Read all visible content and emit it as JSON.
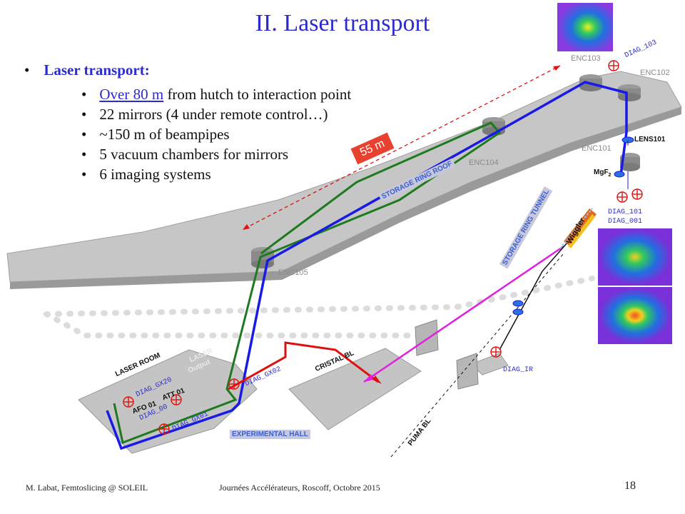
{
  "title": "II. Laser transport",
  "bullets": {
    "heading": "Laser transport:",
    "items": [
      {
        "link": "Over 80 m",
        "text": " from hutch to interaction point"
      },
      {
        "link": "",
        "text": "22 mirrors (4 under remote control…)"
      },
      {
        "link": "",
        "text": "~150 m of beampipes"
      },
      {
        "link": "",
        "text": "5 vacuum chambers for mirrors"
      },
      {
        "link": "",
        "text": "6 imaging systems"
      }
    ],
    "bullet_char": "•"
  },
  "diagram": {
    "distance_label": "55 m",
    "enclosures": [
      "ENC103",
      "ENC102",
      "ENC101",
      "ENC104",
      "ENC105"
    ],
    "storage_ring_roof": "STORAGE RING ROOF",
    "storage_ring_tunnel": "STORAGE RING TUNNEL",
    "wiggler": "Wiggler",
    "lens": "LENS101",
    "mgf": "MgF",
    "mgf_sub": "2",
    "diag": {
      "d103": "DIAG_103",
      "d101": "DIAG_101",
      "d001": "DIAG_001",
      "dir": "DIAG_IR",
      "gx02": "DIAG_GX02",
      "gx20": "DIAG_GX20",
      "d00": "DIAG_00",
      "gx01": "DIAG_GX01"
    },
    "afo": "AFO 01",
    "att": "ATT 01",
    "laser_output_1": "LASER",
    "laser_output_2": "Output",
    "laser_room": "LASER ROOM",
    "cristal": "CRISTAL BL",
    "puma": "PUMA BL",
    "experimental_hall": "EXPERIMENTAL HALL",
    "colors": {
      "blue_path": "#1a1ae6",
      "green_path": "#1e7a1e",
      "red_path": "#e01010",
      "magenta_path": "#e020e0",
      "roof": "#c8c8c8",
      "accent_red": "#e8412f"
    }
  },
  "footer": {
    "author": "M. Labat, Femtoslicing @ SOLEIL",
    "event": "Journées Accélérateurs, Roscoff, Octobre 2015",
    "page": "18"
  }
}
